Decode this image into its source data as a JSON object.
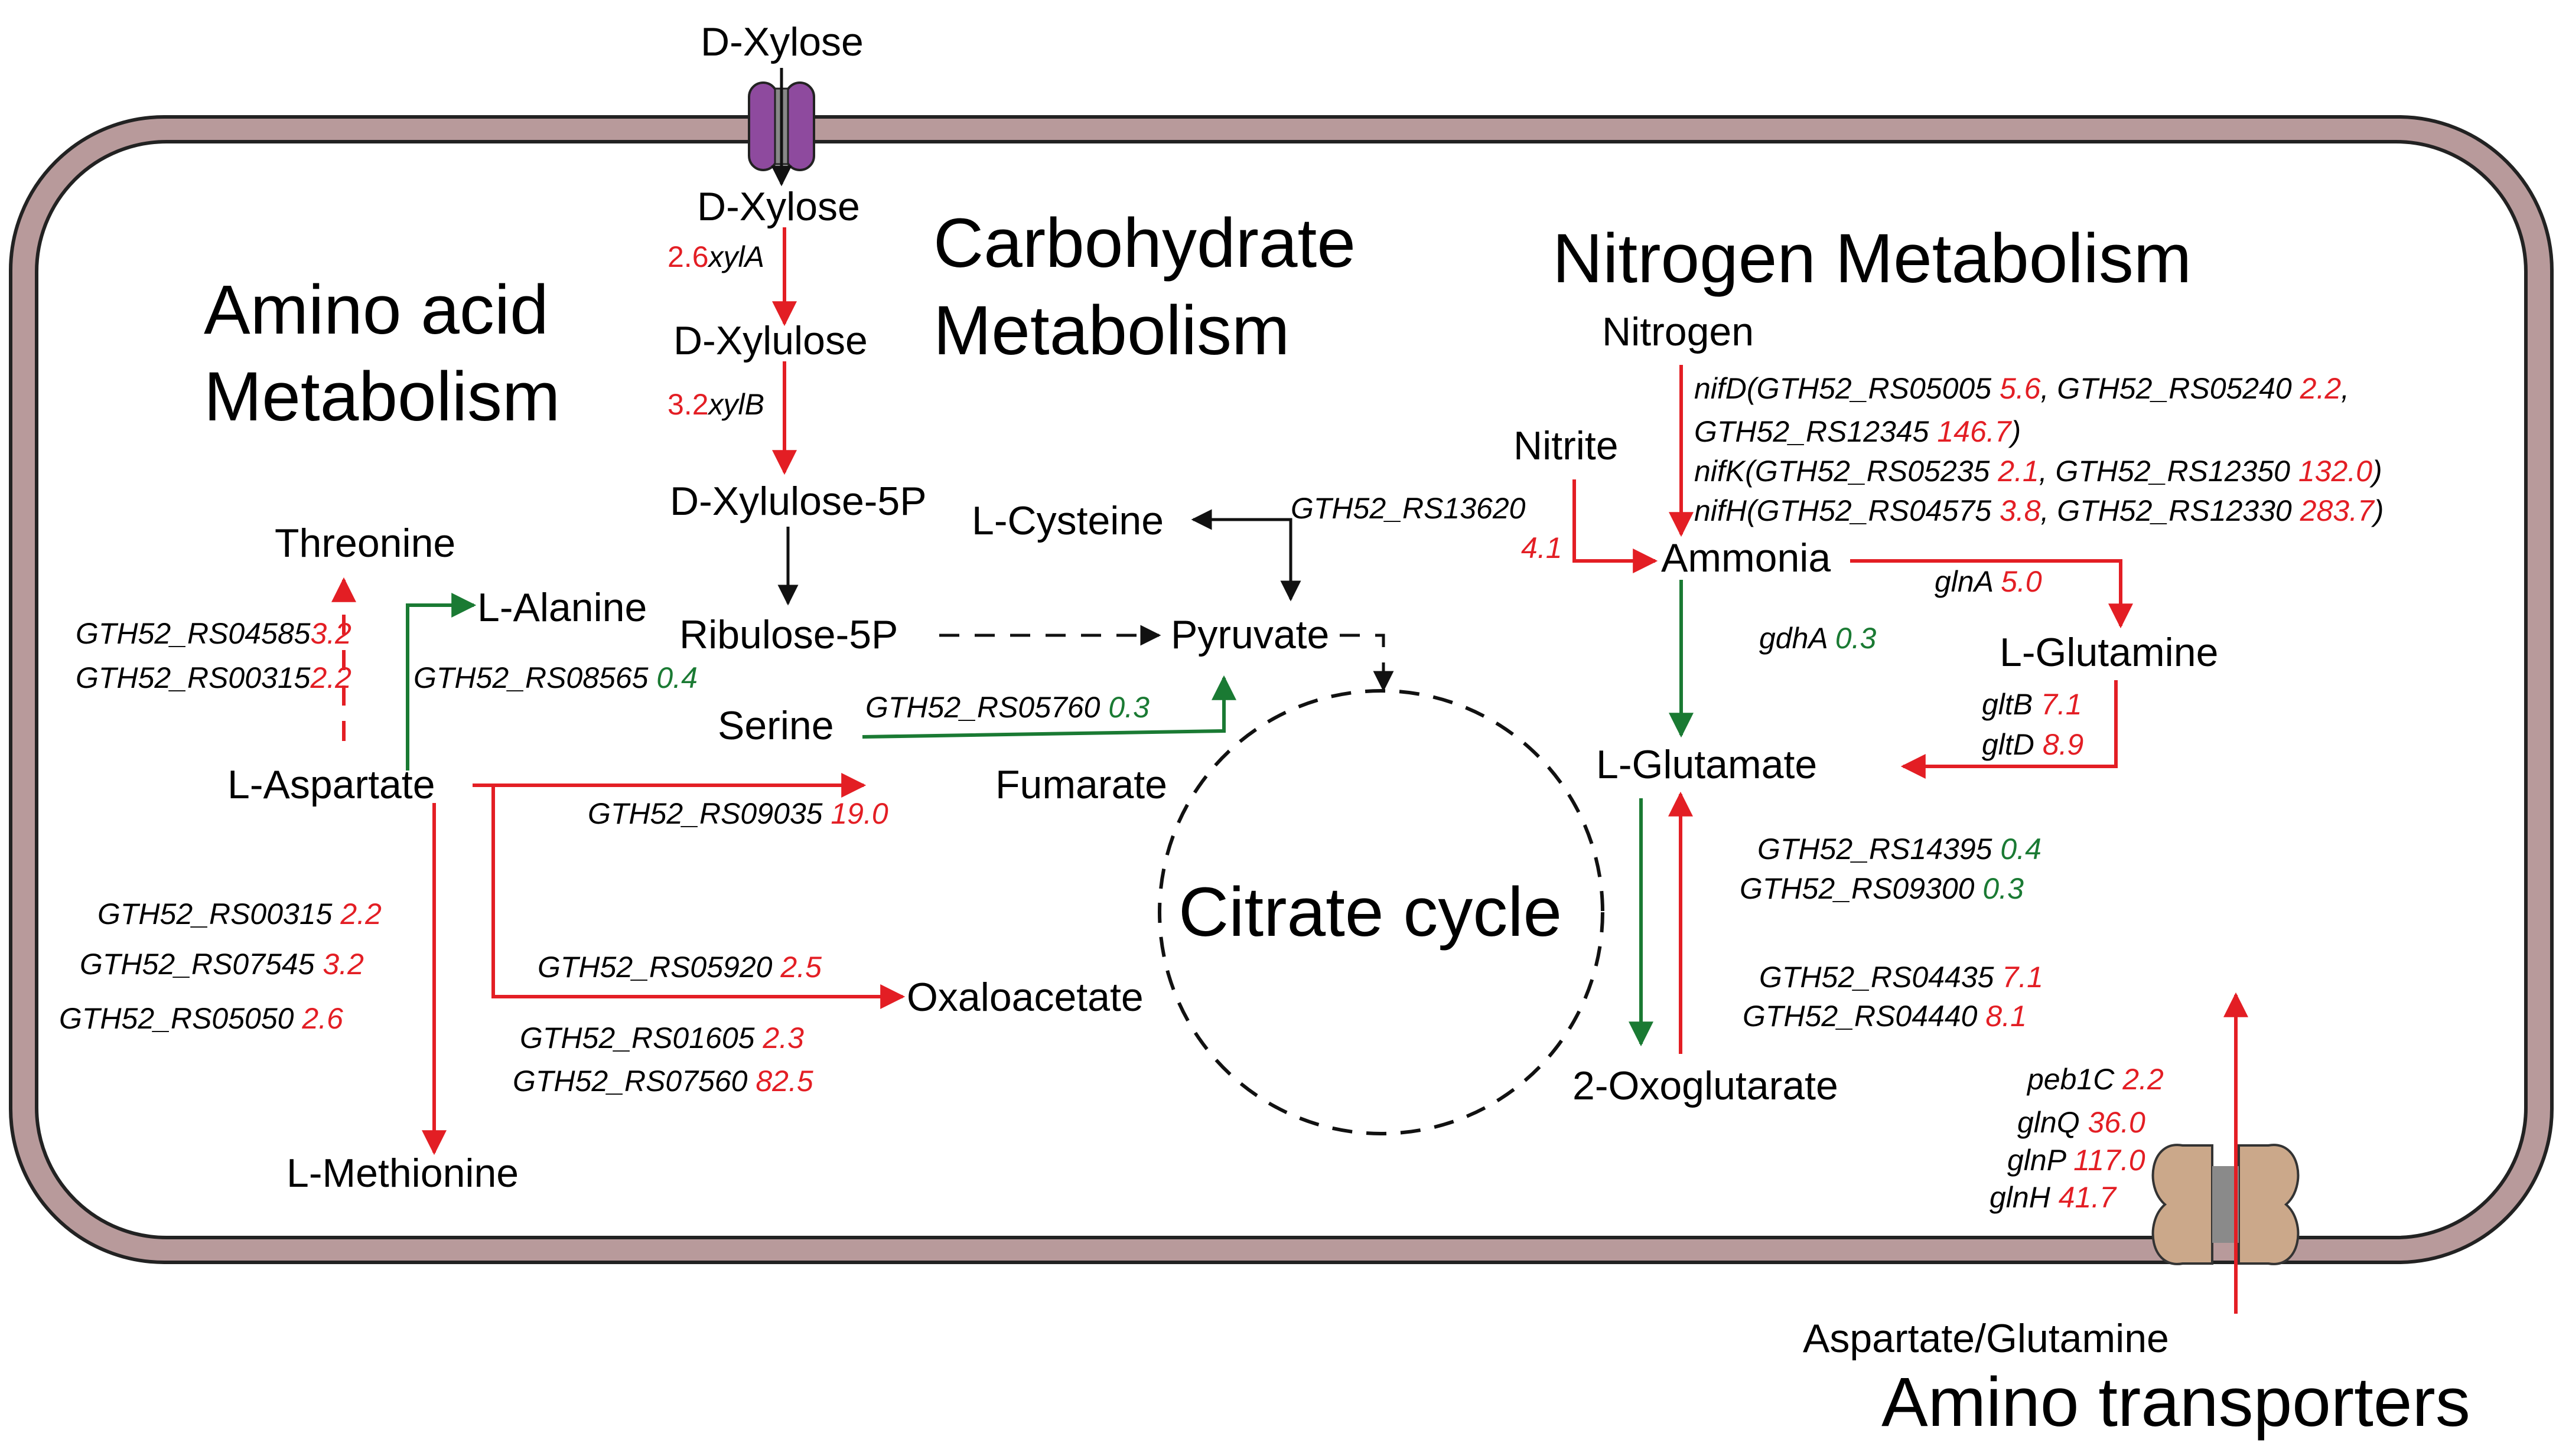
{
  "colors": {
    "up": "#e31e24",
    "down": "#1a7a33",
    "membrane": "#b89a9b",
    "xylose_transporter": "#8e4a9e",
    "amino_transporter": "#cba88a"
  },
  "titles": {
    "amino": [
      "Amino acid",
      "Metabolism"
    ],
    "carbo": [
      "Carbohydrate",
      "Metabolism"
    ],
    "nitrogen": "Nitrogen Metabolism",
    "citrate": "Citrate cycle",
    "transport": "Amino transporters"
  },
  "nodes": {
    "xylose_out": "D-Xylose",
    "xylose_in": "D-Xylose",
    "xylulose": "D-Xylulose",
    "xylulose5p": "D-Xylulose-5P",
    "ribulose5p": "Ribulose-5P",
    "pyruvate": "Pyruvate",
    "cysteine": "L-Cysteine",
    "serine": "Serine",
    "threonine": "Threonine",
    "alanine": "L-Alanine",
    "aspartate": "L-Aspartate",
    "fumarate": "Fumarate",
    "oxaloacetate": "Oxaloacetate",
    "methionine": "L-Methionine",
    "nitrogen": "Nitrogen",
    "nitrite": "Nitrite",
    "ammonia": "Ammonia",
    "glutamine": "L-Glutamine",
    "glutamate": "L-Glutamate",
    "oxoglutarate": "2-Oxoglutarate",
    "asp_gln": "Aspartate/Glutamine"
  },
  "genes": {
    "xylA": {
      "value": "2.6",
      "name": "xylA"
    },
    "xylB": {
      "value": "3.2",
      "name": "xylB"
    },
    "rs13620": {
      "name": "GTH52_RS13620",
      "value": "4.1"
    },
    "thr": [
      {
        "name": "GTH52_RS04585",
        "value": "3.2"
      },
      {
        "name": "GTH52_RS00315",
        "value": "2.2"
      }
    ],
    "ala": {
      "name": "GTH52_RS08565",
      "value": "0.4"
    },
    "ser": {
      "name": "GTH52_RS05760",
      "value": "0.3"
    },
    "fum": {
      "name": "GTH52_RS09035",
      "value": "19.0"
    },
    "oxa": [
      {
        "name": "GTH52_RS05920",
        "value": "2.5"
      },
      {
        "name": "GTH52_RS01605",
        "value": "2.3"
      },
      {
        "name": "GTH52_RS07560",
        "value": "82.5"
      }
    ],
    "met": [
      {
        "name": "GTH52_RS00315",
        "value": "2.2"
      },
      {
        "name": "GTH52_RS07545",
        "value": "3.2"
      },
      {
        "name": "GTH52_RS05050",
        "value": "2.6"
      }
    ],
    "nif": {
      "nifD_pre": "nifD(",
      "a": "GTH52_RS05005",
      "av": "5.6",
      "b": "GTH52_RS05240",
      "bv": "2.2",
      "c": "GTH52_RS12345",
      "cv": "146.7",
      "nifK_pre": "nifK(",
      "d": "GTH52_RS05235",
      "dv": "2.1",
      "e": "GTH52_RS12350",
      "ev": "132.0",
      "nifH_pre": "nifH(",
      "f": "GTH52_RS04575",
      "fv": "3.8",
      "g": "GTH52_RS12330",
      "gv": "283.7"
    },
    "glnA": {
      "name": "glnA",
      "value": "5.0"
    },
    "gdhA": {
      "name": "gdhA",
      "value": "0.3"
    },
    "gltB": {
      "name": "gltB",
      "value": "7.1"
    },
    "gltD": {
      "name": "gltD",
      "value": "8.9"
    },
    "glu_down": [
      {
        "name": "GTH52_RS14395",
        "value": "0.4"
      },
      {
        "name": "GTH52_RS09300",
        "value": "0.3"
      }
    ],
    "glu_up": [
      {
        "name": "GTH52_RS04435",
        "value": "7.1"
      },
      {
        "name": "GTH52_RS04440",
        "value": "8.1"
      }
    ],
    "transport": [
      {
        "name": "peb1C",
        "value": "2.2"
      },
      {
        "name": "glnQ",
        "value": "36.0"
      },
      {
        "name": "glnP",
        "value": "117.0"
      },
      {
        "name": "glnH",
        "value": "41.7"
      }
    ]
  }
}
